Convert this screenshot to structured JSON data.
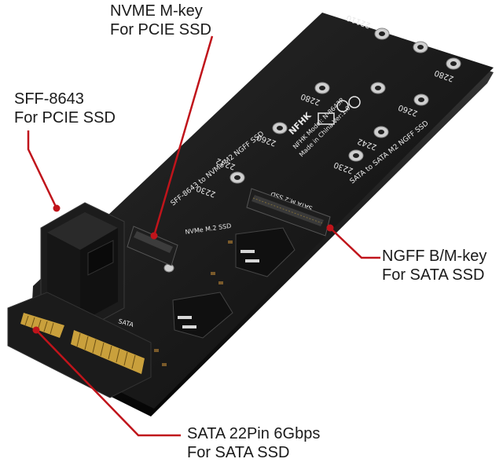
{
  "callouts": {
    "nvme": {
      "line1": "NVME M-key",
      "line2": "For PCIE SSD"
    },
    "sff": {
      "line1": "SFF-8643",
      "line2": "For PCIE SSD"
    },
    "ngff": {
      "line1": "NGFF B/M-key",
      "line2": "For SATA SSD"
    },
    "sata": {
      "line1": "SATA 22Pin 6Gbps",
      "line2": "For SATA SSD"
    }
  },
  "board_silkscreen": {
    "hole_labels": [
      "22110",
      "2280",
      "2280",
      "2260",
      "2260",
      "2242",
      "2242",
      "2230",
      "2230"
    ],
    "left_slot_text": "SFF-8643 to NVMe M2 NGFF SSD",
    "right_slot_text": "SATA to SATA M2 NGFF SSD",
    "nvme_slot_label": "NVMe M.2 SSD",
    "sata_slot_label": "SATA M.2 SSD",
    "sata_port_label": "SATA",
    "brand": "NFHK",
    "model": "NFHK Model: N-8643P",
    "origin": "Made in China Ver:1.0"
  },
  "colors": {
    "callout_line": "#c0141b",
    "board": "#141414",
    "label_text": "#1a1a1a"
  }
}
